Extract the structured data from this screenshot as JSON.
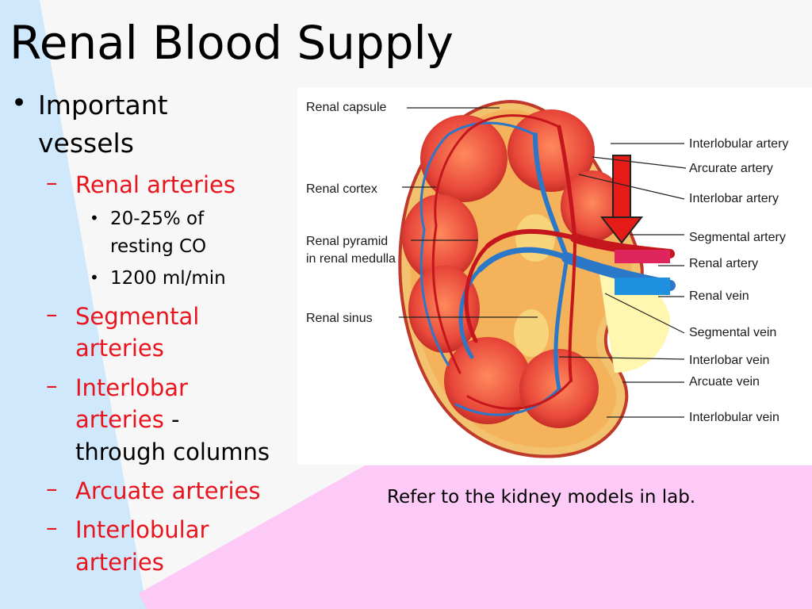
{
  "slide": {
    "title": "Renal Blood Supply",
    "bullet": {
      "line1": "Important",
      "line2": "vessels"
    },
    "items": [
      {
        "lines": [
          "Renal arteries"
        ]
      },
      {
        "lines": [
          "Segmental",
          "arteries"
        ]
      },
      {
        "lines": [
          "Interlobar",
          "arteries"
        ],
        "suffix": " -",
        "continuation": "through columns"
      },
      {
        "lines": [
          "Arcuate arteries"
        ]
      },
      {
        "lines": [
          "Interlobular",
          "arteries"
        ]
      }
    ],
    "subitems": [
      {
        "lines": [
          "20-25% of",
          "resting CO"
        ]
      },
      {
        "lines": [
          "1200 ml/min"
        ]
      }
    ],
    "note": "Refer to the kidney models in lab."
  },
  "diagram": {
    "left_labels": {
      "capsule": "Renal capsule",
      "cortex": "Renal cortex",
      "pyramid_1": "Renal pyramid",
      "pyramid_2": "in renal medulla",
      "sinus": "Renal sinus"
    },
    "right_labels": {
      "interlobular_artery": "Interlobular artery",
      "arcuate_artery": "Arcurate artery",
      "interlobar_artery": "Interlobar artery",
      "segmental_artery": "Segmental artery",
      "renal_artery": "Renal artery",
      "renal_vein": "Renal vein",
      "segmental_vein": "Segmental vein",
      "interlobar_vein": "Interlobar vein",
      "arcuate_vein": "Arcuate vein",
      "interlobular_vein": "Interlobular vein"
    }
  },
  "colors": {
    "text_red": "#e8141e",
    "bg_blue": "#cfe8fb",
    "bg_pink": "#fdc9f7",
    "arrow_red": "#e41b17"
  }
}
